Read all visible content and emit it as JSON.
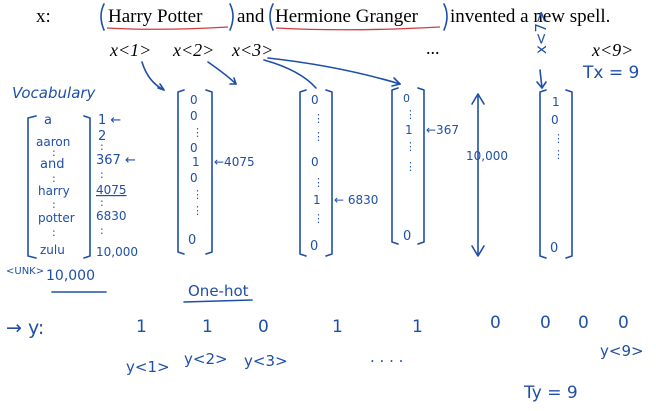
{
  "sentence": {
    "prefix": "x:",
    "w1": "Harry Potter",
    "and": "and",
    "w2": "Hermione Granger",
    "rest": "invented a new spell."
  },
  "x_labels": {
    "x1": "x<1>",
    "x2": "x<2>",
    "x3": "x<3>",
    "dots": "...",
    "x7": "x<7>",
    "x9": "x<9>"
  },
  "tx": "Tx = 9",
  "vocab": {
    "title": "Vocabulary",
    "words": [
      "a",
      "aaron",
      ":",
      "and",
      ":",
      "harry",
      ":",
      "potter",
      ":",
      "zulu"
    ],
    "indices": [
      "1 ←",
      "2",
      ":",
      "367 ←",
      ":",
      "4075",
      ":",
      "6830",
      ":",
      "10,000"
    ],
    "unk": "<UNK>",
    "size": "10,000"
  },
  "vec1": {
    "entries": [
      "0",
      "0",
      "⋮",
      "0",
      "1",
      "0",
      "⋮",
      "⋮",
      "0"
    ],
    "annotation": "←4075"
  },
  "vec2": {
    "entries": [
      "0",
      "⋮",
      "⋮",
      "0",
      "⋮",
      "1",
      "⋮",
      "0"
    ],
    "annotation": "← 6830"
  },
  "vec3": {
    "entries": [
      "0",
      "⋮",
      "1",
      "⋮",
      "⋮",
      "0"
    ],
    "annotation": "←367"
  },
  "vec_size": "10,000",
  "vec4": {
    "entries": [
      "1",
      "0",
      "⋮",
      "⋮",
      "0"
    ]
  },
  "onehot": "One-hot",
  "y": {
    "label": "→ y:",
    "values": [
      "1",
      "1",
      "0",
      "1",
      "1",
      "0",
      "0",
      "0",
      "0"
    ],
    "sub1": "y<1>",
    "sub2": "y<2>",
    "sub3": "y<3>",
    "dots": ". . . .",
    "sub9": "y<9>",
    "ty": "Ty = 9"
  }
}
